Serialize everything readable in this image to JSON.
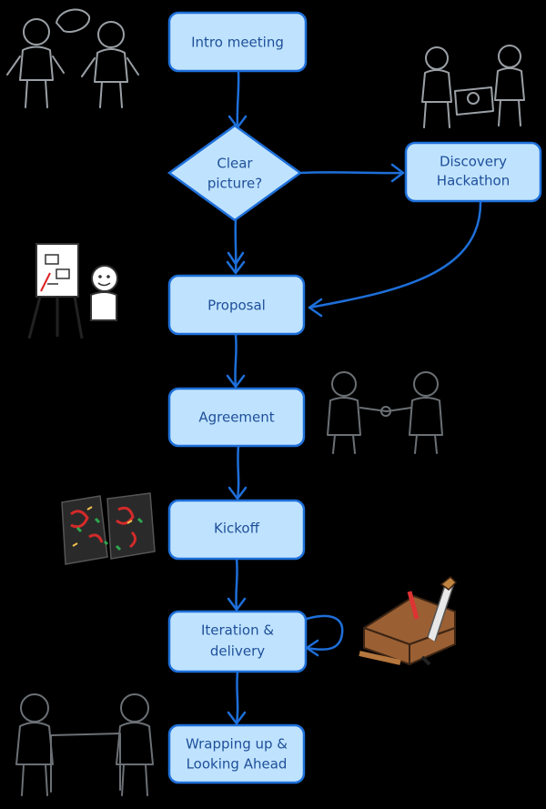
{
  "nodes": {
    "intro": "Intro meeting",
    "clear_picture": [
      "Clear",
      "picture?"
    ],
    "discovery": [
      "Discovery",
      "Hackathon"
    ],
    "proposal": "Proposal",
    "agreement": "Agreement",
    "kickoff": "Kickoff",
    "iteration": [
      "Iteration &",
      "delivery"
    ],
    "wrapping": [
      "Wrapping up &",
      "Looking Ahead"
    ]
  },
  "illustrations": {
    "intro": "two-people-talking-icon",
    "discovery": "people-at-desk-icon",
    "proposal": "presentation-easel-icon",
    "agreement": "handshake-icon",
    "kickoff": "colorful-map-icon",
    "iteration": "toolbox-icon",
    "wrapping": "people-at-table-icon"
  },
  "colors": {
    "node_fill": "#bfe3ff",
    "node_stroke": "#1e6fd9",
    "node_text": "#1f4f99",
    "background": "#000000"
  }
}
